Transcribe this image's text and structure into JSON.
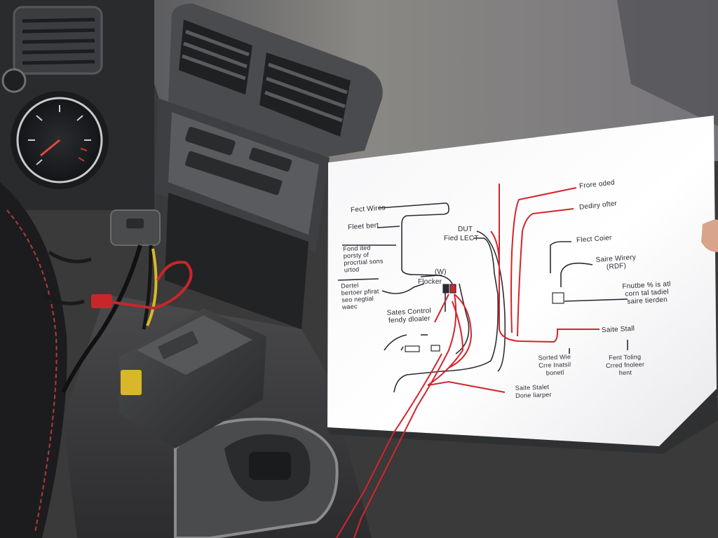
{
  "diagram": {
    "labels": {
      "frore_oded": "Frore oded",
      "dediry_ofter": "Dediry ofter",
      "fect_wires": "Fect Wires",
      "fleet_bert": "Fleet bert",
      "dut": "DUT",
      "fied_lect": "Fied LECT",
      "flect_coier": "Flect Coier",
      "fond_block": "Fond ited\nporsty of\nprocrtial sons\nurtod",
      "saire_wirery": "Saire Wirery\n(RDF)",
      "ww": "(W)",
      "flocker": "Flocker",
      "dertel_block": "Dertel\nbertoer pfirat\nseo negtial\nwaec",
      "fnutbe": "Fnutbe % is atl\ncorn tal tadiel\nsaire tierden",
      "sates_control": "Sates Control\nfendy dloaler",
      "saite_stall": "Saite Stall",
      "sorted_wie": "Sorted Wie\nCrre Inatsil\nbonetl",
      "fent_toling": "Fent Toling\nCrred fnoleer\nhent",
      "saite_stalet": "Saite Stalet\nDone liarper"
    }
  }
}
